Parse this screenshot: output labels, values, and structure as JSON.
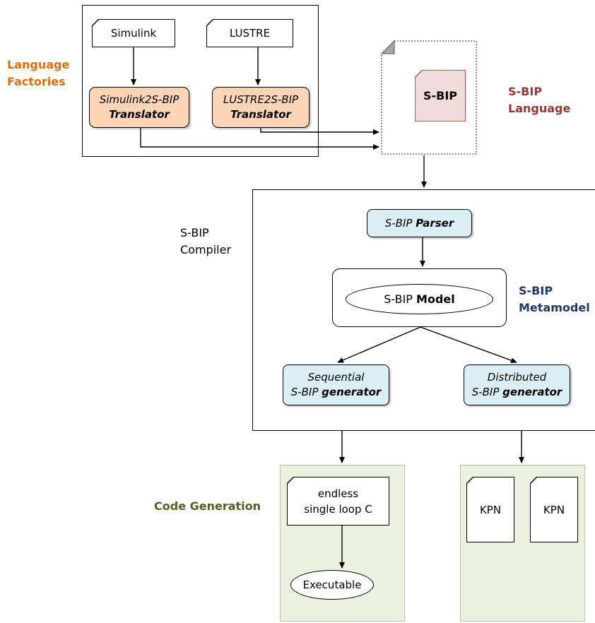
{
  "labels": {
    "language_factories_line1": "Language",
    "language_factories_line2": "Factories",
    "sbip_language_line1": "S-BIP",
    "sbip_language_line2": "Language",
    "sbip_compiler_line1": "S-BIP",
    "sbip_compiler_line2": "Compiler",
    "sbip_metamodel_line1": "S-BIP",
    "sbip_metamodel_line2": "Metamodel",
    "code_generation": "Code Generation"
  },
  "sources": {
    "simulink": "Simulink",
    "lustre": "LUSTRE"
  },
  "translators": {
    "simulink_line1": "Simulink2S-BIP",
    "simulink_line2": "Translator",
    "lustre_line1": "LUSTRE2S-BIP",
    "lustre_line2": "Translator"
  },
  "sbip_doc": "S-BIP",
  "compiler": {
    "parser_italic": "S-BIP ",
    "parser_bold": "Parser",
    "model_regular": "S-BIP ",
    "model_bold": "Model",
    "seq_line1": "Sequential",
    "seq_line2_italic": "S-BIP ",
    "seq_line2_bold": "generator",
    "dist_line1": "Distributed",
    "dist_line2_italic": "S-BIP ",
    "dist_line2_bold": "generator"
  },
  "outputs": {
    "endless_line1": "endless",
    "endless_line2": "single loop C",
    "executable": "Executable",
    "kpn1": "KPN",
    "kpn2": "KPN"
  },
  "colors": {
    "factories_label": "#e36c09",
    "language_label": "#953735",
    "metamodel_label": "#1f3864",
    "codegen_label": "#4f6228",
    "translator_fill": "#fbd5b5",
    "compiler_node_fill": "#dbeef4",
    "codegen_fill": "#ebf1de",
    "sbip_doc_fill": "#f2dcdb"
  }
}
